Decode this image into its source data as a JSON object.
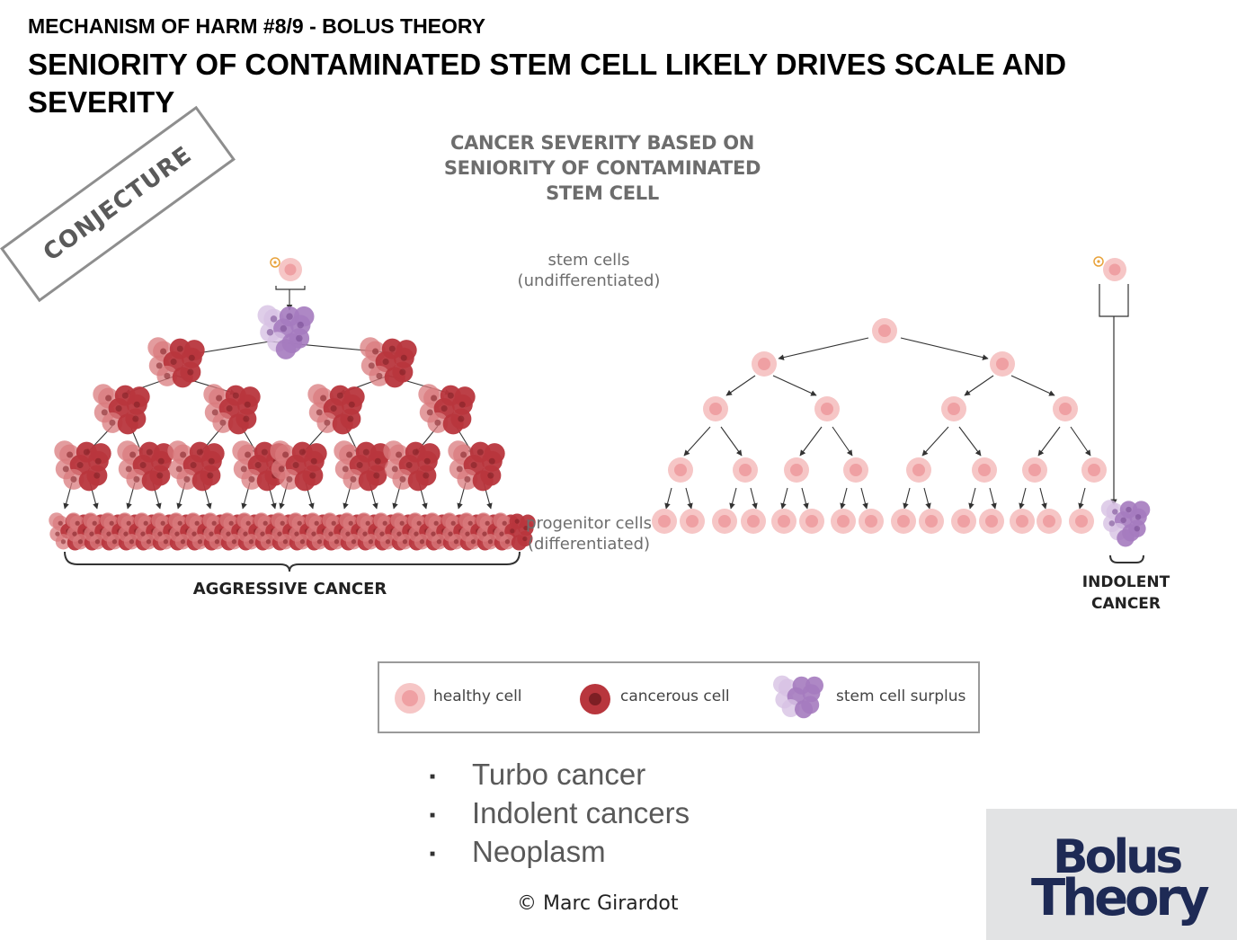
{
  "slide": {
    "kicker": "MECHANISM OF HARM #8/9 - BOLUS THEORY",
    "headline": "SENIORITY OF CONTAMINATED STEM CELL LIKELY DRIVES SCALE AND SEVERITY",
    "stamp": "CONJECTURE"
  },
  "diagram": {
    "title": "CANCER SEVERITY BASED ON SENIORITY OF CONTAMINATED STEM CELL",
    "stem_label": "stem cells (undifferentiated)",
    "progenitor_label": "progenitor cells (differentiated)",
    "aggressive_label": "AGGRESSIVE CANCER",
    "indolent_label": "INDOLENT CANCER"
  },
  "legend": {
    "healthy": "healthy cell",
    "cancerous": "cancerous cell",
    "surplus": "stem cell surplus"
  },
  "bullets": [
    "Turbo cancer",
    "Indolent cancers",
    "Neoplasm"
  ],
  "credit": "© Marc Girardot",
  "logo": {
    "line1": "Bolus",
    "line2": "Theory"
  },
  "colors": {
    "healthy_outer": "#f6c6c6",
    "healthy_inner": "#efa0a3",
    "cancer_dark": "#b8363d",
    "cancer_light": "#d97b7e",
    "surplus": "#a57bbf",
    "surplus_light": "#d7c2e4",
    "logo_text": "#1e2a55"
  }
}
